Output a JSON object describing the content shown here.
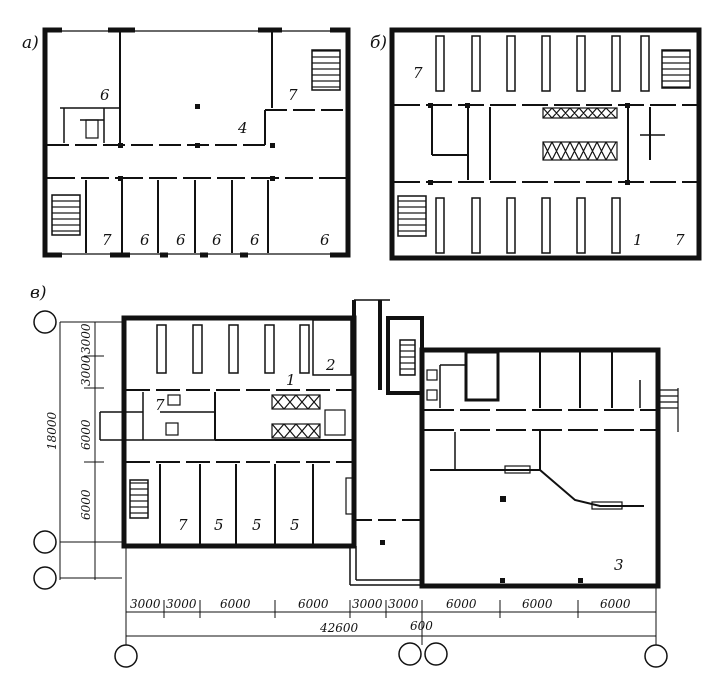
{
  "panels": {
    "a": {
      "letter": "а)",
      "rooms": [
        "6",
        "7",
        "4",
        "7",
        "6",
        "6",
        "6",
        "6",
        "6"
      ]
    },
    "b": {
      "letter": "б)",
      "rooms": [
        "7",
        "1",
        "7"
      ]
    },
    "v": {
      "letter": "в)",
      "rooms": [
        "7",
        "2",
        "1",
        "7",
        "5",
        "5",
        "5",
        "3"
      ]
    }
  },
  "dimensions": {
    "bottom_row1": [
      "3000",
      "3000",
      "6000",
      "6000",
      "3000",
      "3000",
      "6000",
      "6000",
      "6000"
    ],
    "total": "42600",
    "gap": "600",
    "left_vertical": [
      "3000",
      "3000",
      "6000",
      "6000"
    ],
    "left_total": "18000"
  },
  "colors": {
    "line": "#111111",
    "paper": "#ffffff"
  }
}
